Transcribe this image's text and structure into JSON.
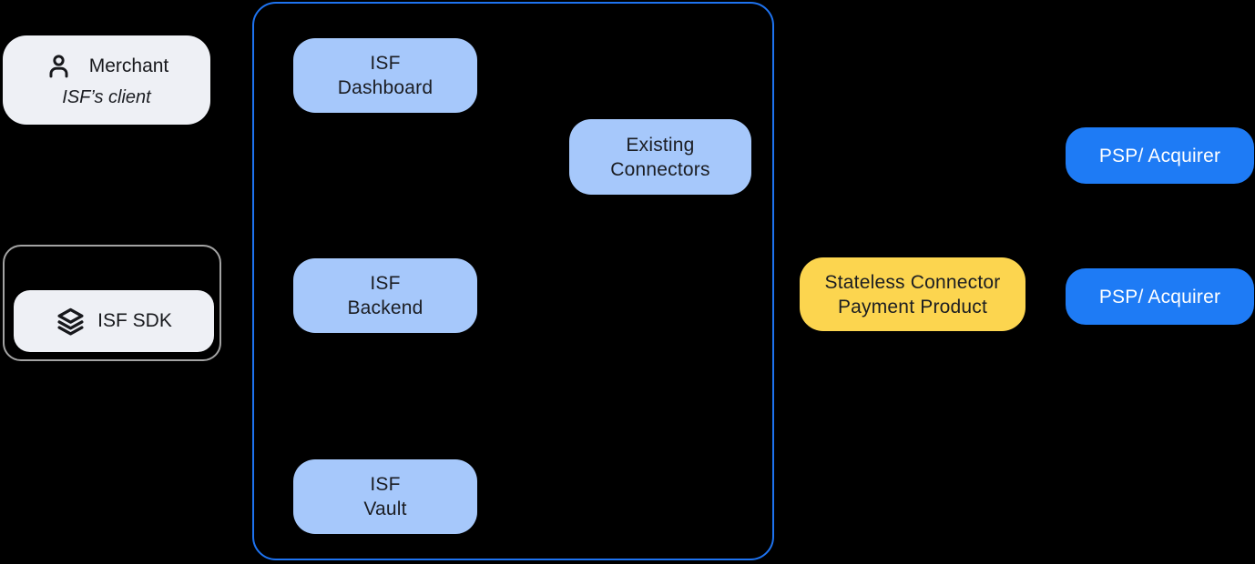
{
  "background": "#000000",
  "merchant": {
    "title": "Merchant",
    "subtitle": "ISF’s client",
    "icon": "person-icon",
    "fill": "#eef0f5"
  },
  "sdk": {
    "label": "ISF SDK",
    "icon": "layers-icon",
    "fill": "#eef0f5",
    "outline_color": "#a3a3a3"
  },
  "isf_container": {
    "border_color": "#1e73f0",
    "node_fill": "#a6c8fb",
    "nodes": {
      "dashboard": {
        "line1": "ISF",
        "line2": "Dashboard"
      },
      "existing_connectors": {
        "line1": "Existing",
        "line2": "Connectors"
      },
      "backend": {
        "line1": "ISF",
        "line2": "Backend"
      },
      "vault": {
        "line1": "ISF",
        "line2": "Vault"
      }
    }
  },
  "product": {
    "line1": "Stateless Connector",
    "line2": "Payment Product",
    "fill": "#fcd54f"
  },
  "psp": {
    "fill": "#1e7bf5",
    "text_color": "#ffffff",
    "items": [
      {
        "label": "PSP/ Acquirer"
      },
      {
        "label": "PSP/ Acquirer"
      }
    ]
  }
}
